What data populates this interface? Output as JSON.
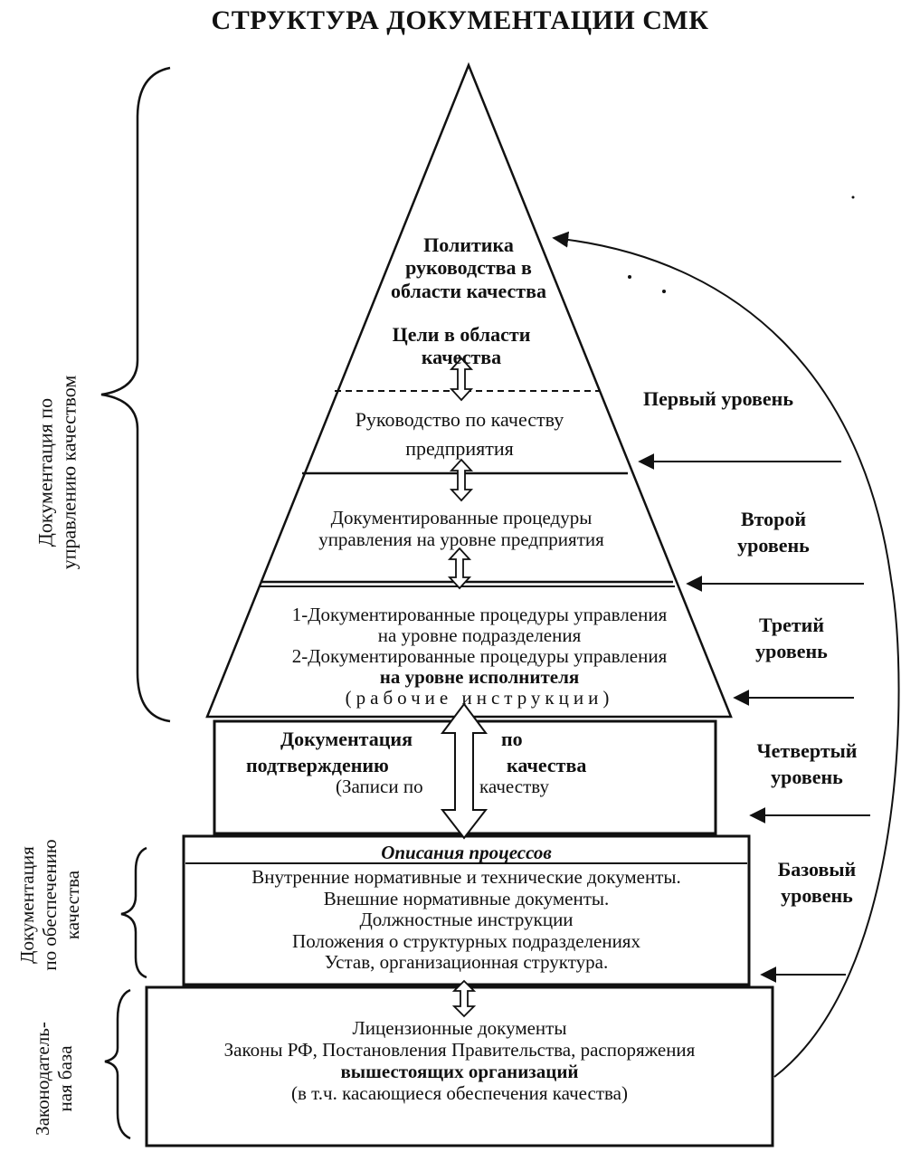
{
  "title": "СТРУКТУРА ДОКУМЕНТАЦИИ СМК",
  "pyramid": {
    "policy": [
      "Политика",
      "руководства в",
      "области качества"
    ],
    "goals": [
      "Цели в области",
      "качества"
    ],
    "manual": [
      "Руководство по качеству",
      "предприятия"
    ],
    "procedures_enterprise": [
      "Документированные процедуры",
      "управления на уровне предприятия"
    ],
    "procedures_units": {
      "line1": "1-Документированные процедуры управления",
      "line2": "на уровне подразделения",
      "line3": "2-Документированные процедуры  управления",
      "line4": "на уровне исполнителя",
      "line5": "(рабочие инструкции)"
    }
  },
  "records_box": {
    "left1": "Документация",
    "right1": "по",
    "left2": "подтверждению",
    "right2": "качества",
    "left3": "(Записи по",
    "right3": "качеству"
  },
  "base_box": {
    "header": "Описания процессов",
    "lines": [
      "Внутренние нормативные и технические документы.",
      "Внешние нормативные документы.",
      "Должностные инструкции",
      "Положения о структурных подразделениях",
      "Устав, организационная  структура."
    ]
  },
  "legal_box": {
    "lines": [
      "Лицензионные документы",
      "Законы РФ, Постановления Правительства, распоряжения",
      "вышестоящих организаций",
      "(в т.ч. касающиеся обеспечения  качества)"
    ]
  },
  "levels": {
    "first": "Первый уровень",
    "second": [
      "Второй",
      "уровень"
    ],
    "third": [
      "Третий",
      "уровень"
    ],
    "fourth": [
      "Четвертый",
      "уровень"
    ],
    "base": [
      "Базовый",
      "уровень"
    ]
  },
  "side_labels": {
    "management": [
      "Документация по",
      "управлению качеством"
    ],
    "assurance": [
      "Документация",
      "по обеспечению",
      "качества"
    ],
    "legal": [
      "Законодатель-",
      "ная база"
    ]
  }
}
